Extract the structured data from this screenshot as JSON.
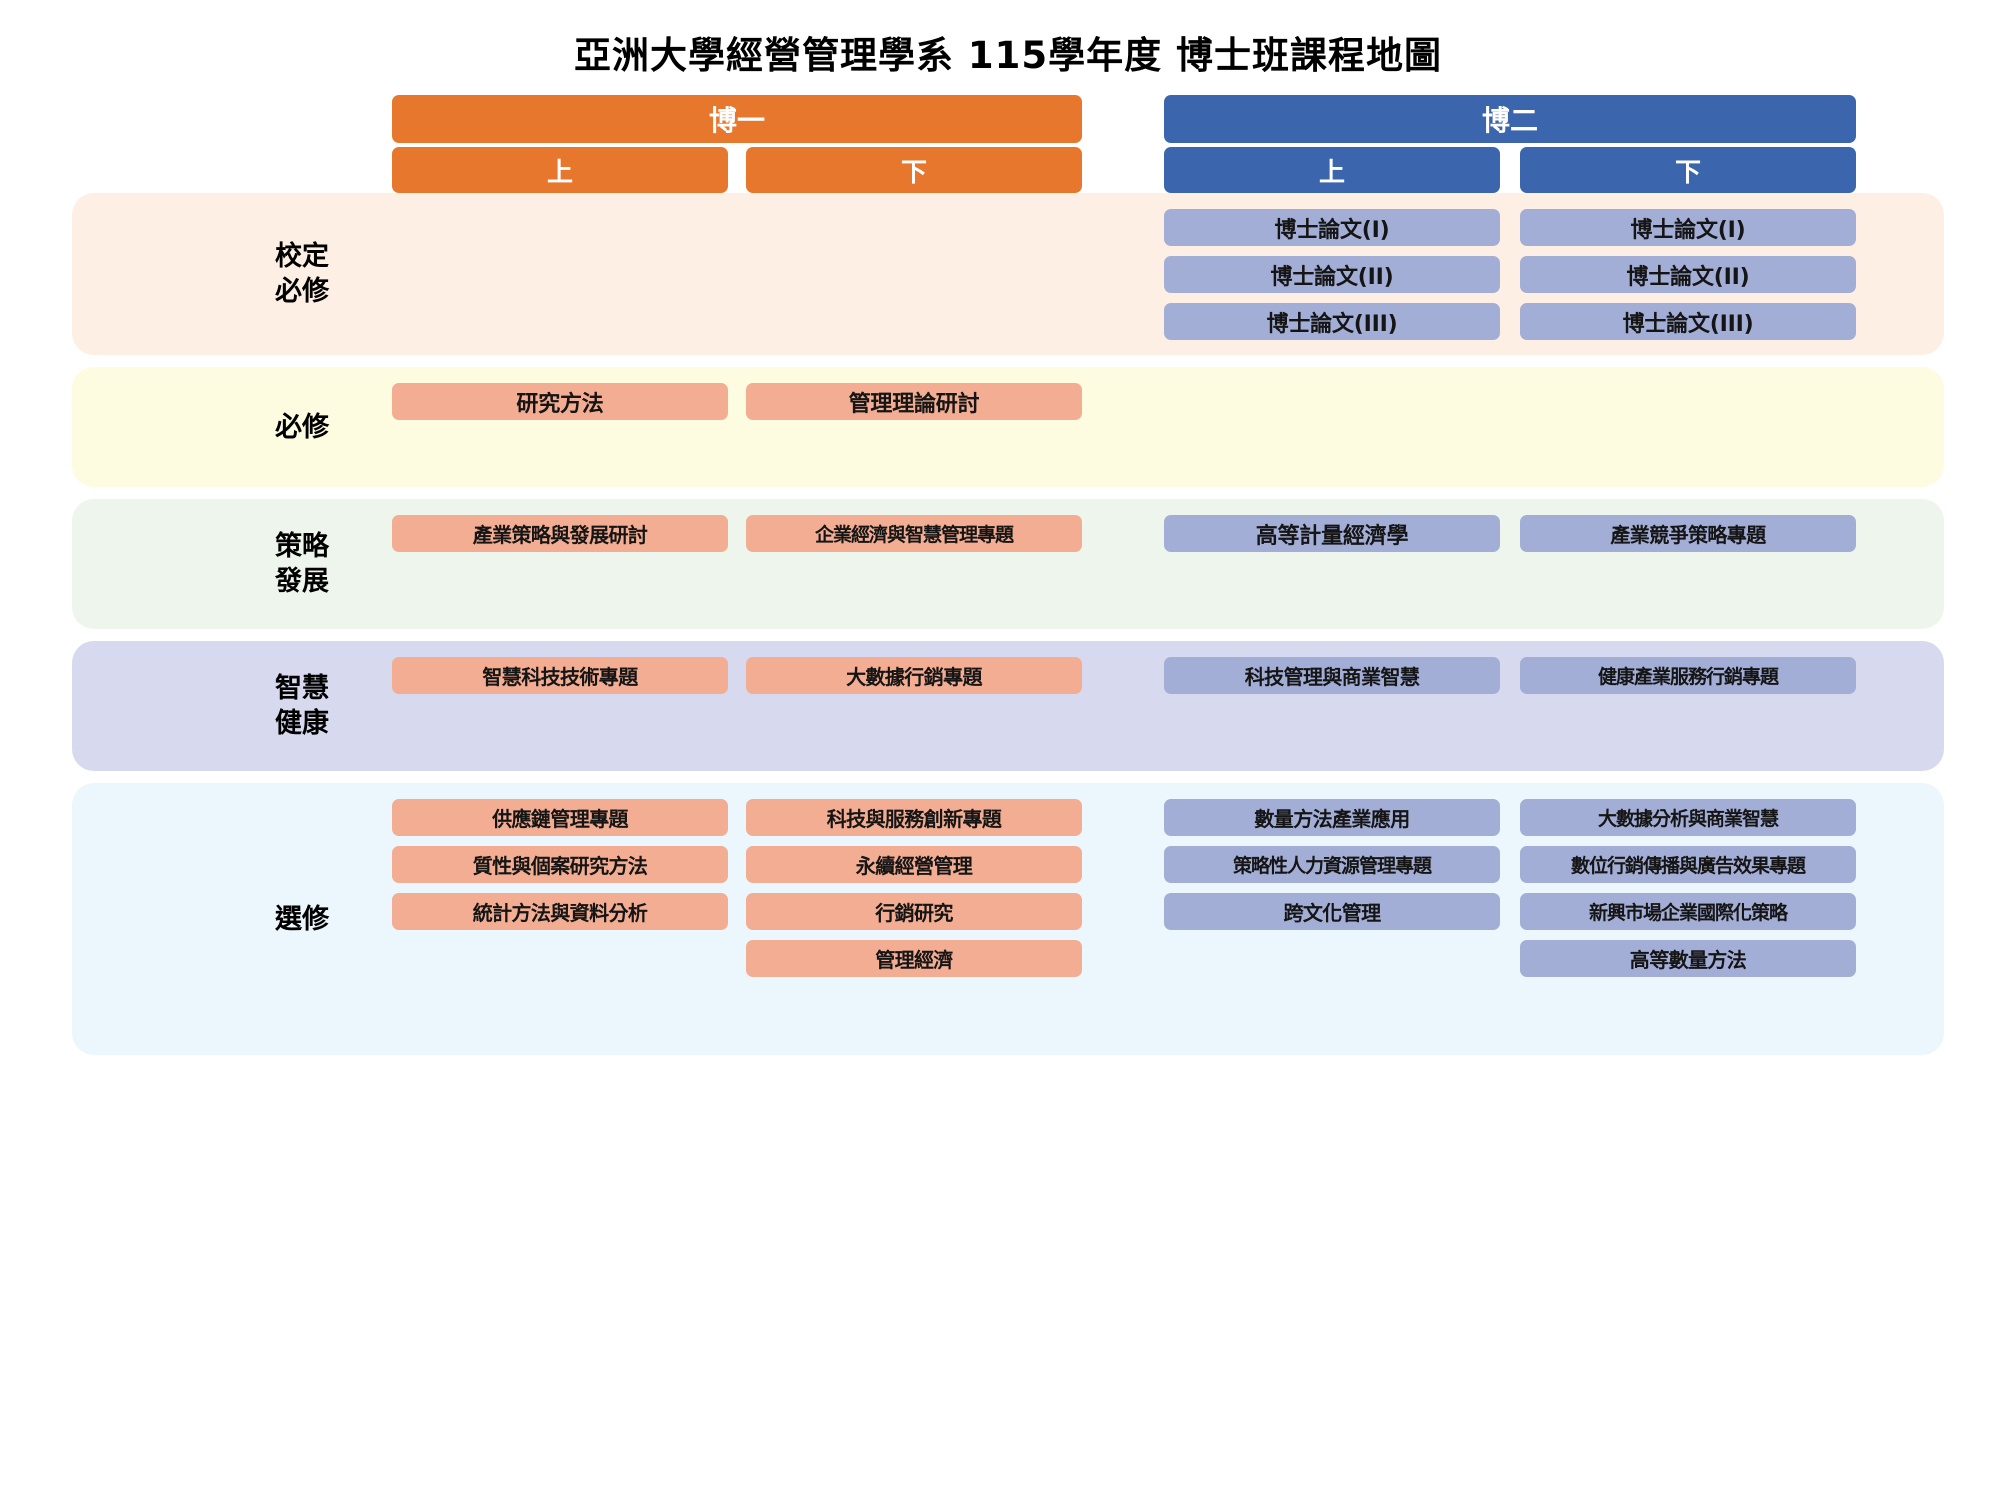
{
  "title": "亞洲大學經營管理學系 115學年度 博士班課程地圖",
  "colors": {
    "year1": "#E8772E",
    "year2": "#3B66AD",
    "course_year1": "#F2AD92",
    "course_year2": "#A3AED6",
    "band_required_univ": "#FDEFE4",
    "band_required": "#FDFBE0",
    "band_strategy": "#EDF5EC",
    "band_health": "#D7DAEE",
    "band_elective": "#EBF7FD"
  },
  "years": [
    {
      "label": "博一",
      "semesters": [
        {
          "label": "上"
        },
        {
          "label": "下"
        }
      ]
    },
    {
      "label": "博二",
      "semesters": [
        {
          "label": "上"
        },
        {
          "label": "下"
        }
      ]
    }
  ],
  "bands": [
    {
      "label": "校定\n必修",
      "columns": [
        {
          "courses": []
        },
        {
          "courses": []
        },
        {
          "courses": [
            "博士論文(I)",
            "博士論文(II)",
            "博士論文(III)"
          ]
        },
        {
          "courses": [
            "博士論文(I)",
            "博士論文(II)",
            "博士論文(III)"
          ]
        }
      ]
    },
    {
      "label": "必修",
      "columns": [
        {
          "courses": [
            "研究方法"
          ]
        },
        {
          "courses": [
            "管理理論研討"
          ]
        },
        {
          "courses": []
        },
        {
          "courses": []
        }
      ]
    },
    {
      "label": "策略\n發展",
      "columns": [
        {
          "courses": [
            "產業策略與發展研討"
          ]
        },
        {
          "courses": [
            "企業經濟與智慧管理專題"
          ]
        },
        {
          "courses": [
            "高等計量經濟學"
          ]
        },
        {
          "courses": [
            "產業競爭策略專題"
          ]
        }
      ]
    },
    {
      "label": "智慧\n健康",
      "columns": [
        {
          "courses": [
            "智慧科技技術專題"
          ]
        },
        {
          "courses": [
            "大數據行銷專題"
          ]
        },
        {
          "courses": [
            "科技管理與商業智慧"
          ]
        },
        {
          "courses": [
            "健康產業服務行銷專題"
          ]
        }
      ]
    },
    {
      "label": "選修",
      "columns": [
        {
          "courses": [
            "供應鏈管理專題",
            "質性與個案研究方法",
            "統計方法與資料分析"
          ]
        },
        {
          "courses": [
            "科技與服務創新專題",
            "永續經營管理",
            "行銷研究",
            "管理經濟"
          ]
        },
        {
          "courses": [
            "數量方法產業應用",
            "策略性人力資源管理專題",
            "跨文化管理"
          ]
        },
        {
          "courses": [
            "大數據分析與商業智慧",
            "數位行銷傳播與廣告效果專題",
            "新興市場企業國際化策略",
            "高等數量方法"
          ]
        }
      ]
    }
  ]
}
